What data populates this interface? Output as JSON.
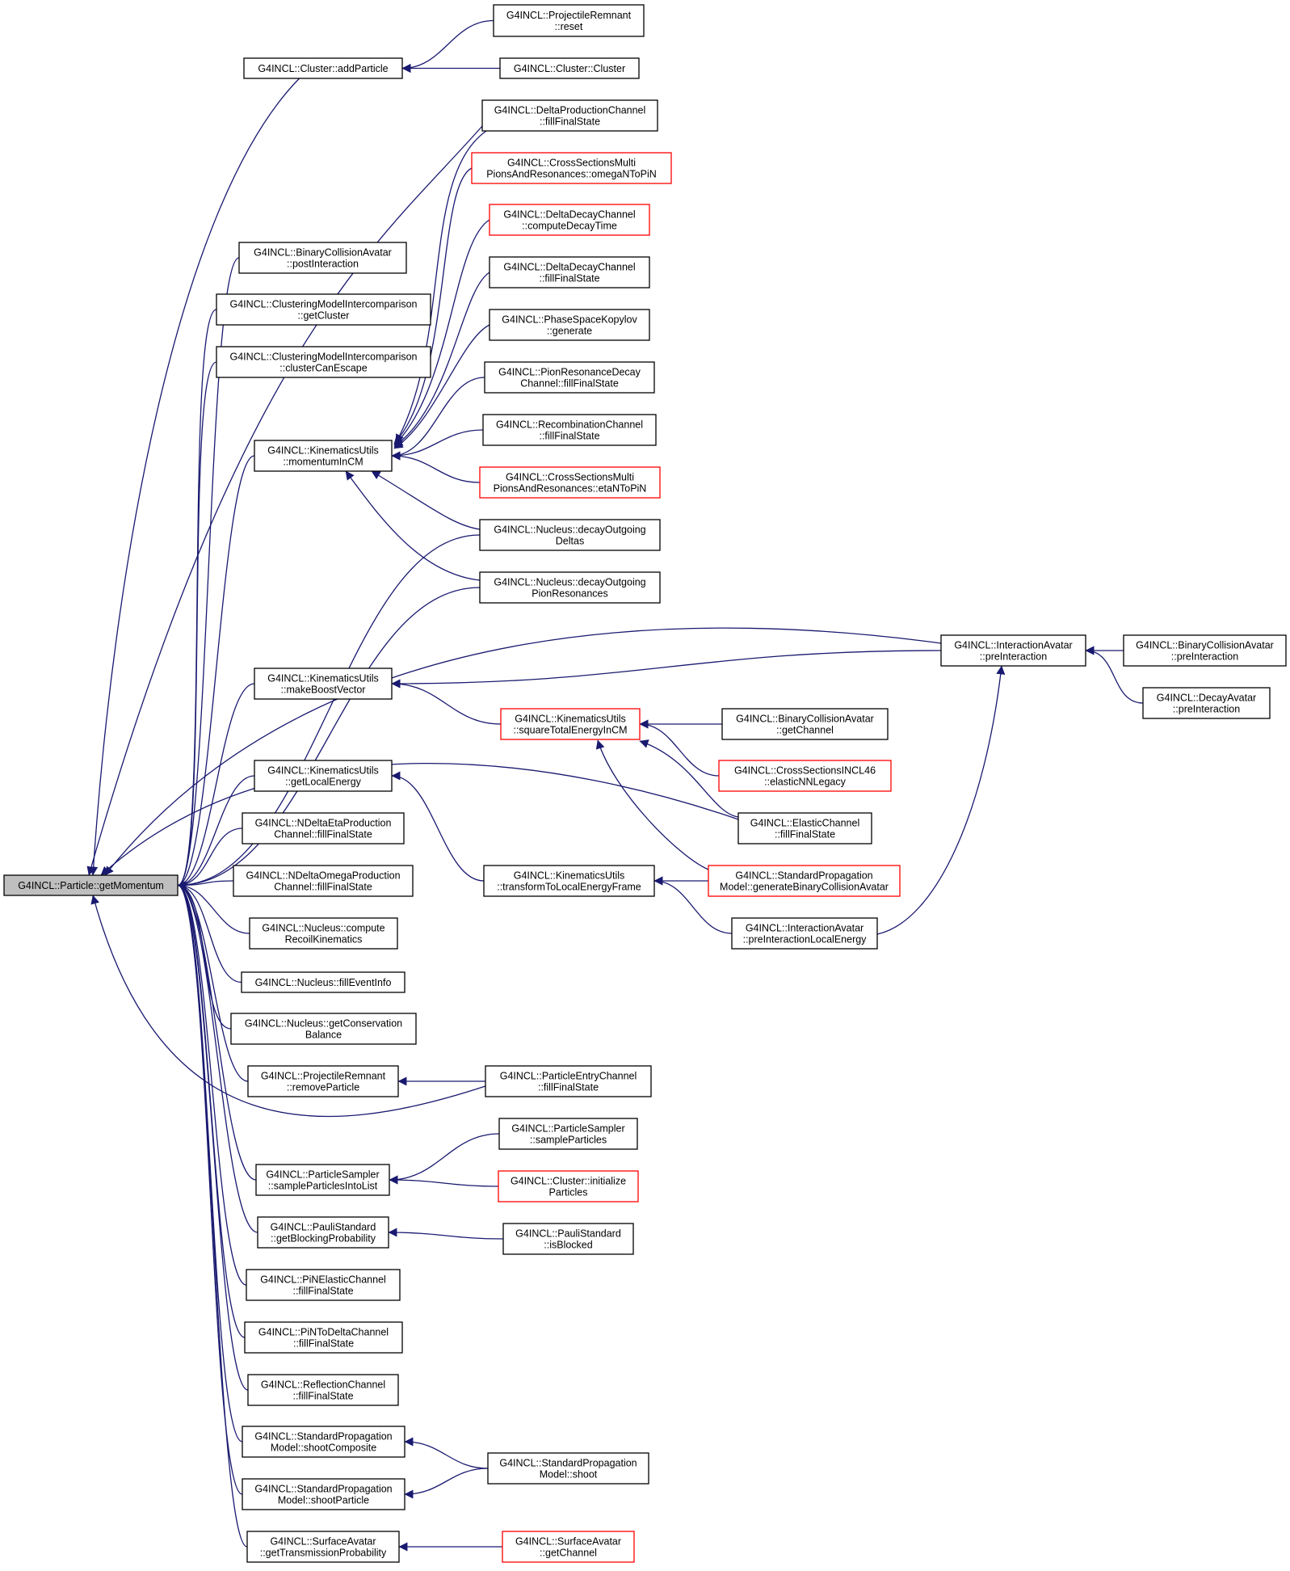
{
  "nodes": [
    {
      "id": "root",
      "lines": [
        "G4INCL::Particle::getMomentum"
      ],
      "red": false,
      "root": true
    },
    {
      "id": "addParticle",
      "lines": [
        "G4INCL::Cluster::addParticle"
      ],
      "red": false
    },
    {
      "id": "prReset",
      "lines": [
        "G4INCL::ProjectileRemnant",
        "::reset"
      ],
      "red": false
    },
    {
      "id": "clusterCtor",
      "lines": [
        "G4INCL::Cluster::Cluster"
      ],
      "red": false
    },
    {
      "id": "deltaProd",
      "lines": [
        "G4INCL::DeltaProductionChannel",
        "::fillFinalState"
      ],
      "red": false
    },
    {
      "id": "omegaNToPiN",
      "lines": [
        "G4INCL::CrossSectionsMulti",
        "PionsAndResonances::omegaNToPiN"
      ],
      "red": true
    },
    {
      "id": "deltaDecayTime",
      "lines": [
        "G4INCL::DeltaDecayChannel",
        "::computeDecayTime"
      ],
      "red": true
    },
    {
      "id": "deltaDecayFill",
      "lines": [
        "G4INCL::DeltaDecayChannel",
        "::fillFinalState"
      ],
      "red": false
    },
    {
      "id": "kopylov",
      "lines": [
        "G4INCL::PhaseSpaceKopylov",
        "::generate"
      ],
      "red": false
    },
    {
      "id": "binPost",
      "lines": [
        "G4INCL::BinaryCollisionAvatar",
        "::postInteraction"
      ],
      "red": false
    },
    {
      "id": "cmiGetCluster",
      "lines": [
        "G4INCL::ClusteringModelIntercomparison",
        "::getCluster"
      ],
      "red": false
    },
    {
      "id": "cmiEscape",
      "lines": [
        "G4INCL::ClusteringModelIntercomparison",
        "::clusterCanEscape"
      ],
      "red": false
    },
    {
      "id": "pionRes",
      "lines": [
        "G4INCL::PionResonanceDecay",
        "Channel::fillFinalState"
      ],
      "red": false
    },
    {
      "id": "recomb",
      "lines": [
        "G4INCL::RecombinationChannel",
        "::fillFinalState"
      ],
      "red": false
    },
    {
      "id": "momCM",
      "lines": [
        "G4INCL::KinematicsUtils",
        "::momentumInCM"
      ],
      "red": false
    },
    {
      "id": "etaNToPiN",
      "lines": [
        "G4INCL::CrossSectionsMulti",
        "PionsAndResonances::etaNToPiN"
      ],
      "red": true
    },
    {
      "id": "decDeltas",
      "lines": [
        "G4INCL::Nucleus::decayOutgoing",
        "Deltas"
      ],
      "red": false
    },
    {
      "id": "decPionRes",
      "lines": [
        "G4INCL::Nucleus::decayOutgoing",
        "PionResonances"
      ],
      "red": false
    },
    {
      "id": "iaPre",
      "lines": [
        "G4INCL::InteractionAvatar",
        "::preInteraction"
      ],
      "red": false
    },
    {
      "id": "bcaPre",
      "lines": [
        "G4INCL::BinaryCollisionAvatar",
        "::preInteraction"
      ],
      "red": false
    },
    {
      "id": "boost",
      "lines": [
        "G4INCL::KinematicsUtils",
        "::makeBoostVector"
      ],
      "red": false
    },
    {
      "id": "decayPre",
      "lines": [
        "G4INCL::DecayAvatar",
        "::preInteraction"
      ],
      "red": false
    },
    {
      "id": "sqrtE",
      "lines": [
        "G4INCL::KinematicsUtils",
        "::squareTotalEnergyInCM"
      ],
      "red": true
    },
    {
      "id": "bcaGetCh",
      "lines": [
        "G4INCL::BinaryCollisionAvatar",
        "::getChannel"
      ],
      "red": false
    },
    {
      "id": "localE",
      "lines": [
        "G4INCL::KinematicsUtils",
        "::getLocalEnergy"
      ],
      "red": false
    },
    {
      "id": "incl46",
      "lines": [
        "G4INCL::CrossSectionsINCL46",
        "::elasticNNLegacy"
      ],
      "red": true
    },
    {
      "id": "elastic",
      "lines": [
        "G4INCL::ElasticChannel",
        "::fillFinalState"
      ],
      "red": false
    },
    {
      "id": "ndeltaEta",
      "lines": [
        "G4INCL::NDeltaEtaProduction",
        "Channel::fillFinalState"
      ],
      "red": false
    },
    {
      "id": "ndeltaOmega",
      "lines": [
        "G4INCL::NDeltaOmegaProduction",
        "Channel::fillFinalState"
      ],
      "red": false
    },
    {
      "id": "toLocal",
      "lines": [
        "G4INCL::KinematicsUtils",
        "::transformToLocalEnergyFrame"
      ],
      "red": false
    },
    {
      "id": "genBCA",
      "lines": [
        "G4INCL::StandardPropagation",
        "Model::generateBinaryCollisionAvatar"
      ],
      "red": true
    },
    {
      "id": "recoil",
      "lines": [
        "G4INCL::Nucleus::compute",
        "RecoilKinematics"
      ],
      "red": false
    },
    {
      "id": "iaPreLocal",
      "lines": [
        "G4INCL::InteractionAvatar",
        "::preInteractionLocalEnergy"
      ],
      "red": false
    },
    {
      "id": "fillEvent",
      "lines": [
        "G4INCL::Nucleus::fillEventInfo"
      ],
      "red": false
    },
    {
      "id": "conserv",
      "lines": [
        "G4INCL::Nucleus::getConservation",
        "Balance"
      ],
      "red": false
    },
    {
      "id": "prRemove",
      "lines": [
        "G4INCL::ProjectileRemnant",
        "::removeParticle"
      ],
      "red": false
    },
    {
      "id": "entry",
      "lines": [
        "G4INCL::ParticleEntryChannel",
        "::fillFinalState"
      ],
      "red": false
    },
    {
      "id": "psSample",
      "lines": [
        "G4INCL::ParticleSampler",
        "::sampleParticles"
      ],
      "red": false
    },
    {
      "id": "psIntoList",
      "lines": [
        "G4INCL::ParticleSampler",
        "::sampleParticlesIntoList"
      ],
      "red": false
    },
    {
      "id": "clusterInit",
      "lines": [
        "G4INCL::Cluster::initialize",
        "Particles"
      ],
      "red": true
    },
    {
      "id": "pauliBlock",
      "lines": [
        "G4INCL::PauliStandard",
        "::getBlockingProbability"
      ],
      "red": false
    },
    {
      "id": "pauliIs",
      "lines": [
        "G4INCL::PauliStandard",
        "::isBlocked"
      ],
      "red": false
    },
    {
      "id": "piNElastic",
      "lines": [
        "G4INCL::PiNElasticChannel",
        "::fillFinalState"
      ],
      "red": false
    },
    {
      "id": "piNToDelta",
      "lines": [
        "G4INCL::PiNToDeltaChannel",
        "::fillFinalState"
      ],
      "red": false
    },
    {
      "id": "reflection",
      "lines": [
        "G4INCL::ReflectionChannel",
        "::fillFinalState"
      ],
      "red": false
    },
    {
      "id": "shootComp",
      "lines": [
        "G4INCL::StandardPropagation",
        "Model::shootComposite"
      ],
      "red": false
    },
    {
      "id": "shoot",
      "lines": [
        "G4INCL::StandardPropagation",
        "Model::shoot"
      ],
      "red": false
    },
    {
      "id": "shootPart",
      "lines": [
        "G4INCL::StandardPropagation",
        "Model::shootParticle"
      ],
      "red": false
    },
    {
      "id": "transProb",
      "lines": [
        "G4INCL::SurfaceAvatar",
        "::getTransmissionProbability"
      ],
      "red": false
    },
    {
      "id": "saGetCh",
      "lines": [
        "G4INCL::SurfaceAvatar",
        "::getChannel"
      ],
      "red": true
    }
  ],
  "edges": [
    [
      "addParticle",
      "root"
    ],
    [
      "binPost",
      "root"
    ],
    [
      "cmiGetCluster",
      "root"
    ],
    [
      "cmiEscape",
      "root"
    ],
    [
      "deltaProd",
      "root"
    ],
    [
      "momCM",
      "root"
    ],
    [
      "decDeltas",
      "root"
    ],
    [
      "decPionRes",
      "root"
    ],
    [
      "iaPre",
      "root"
    ],
    [
      "boost",
      "root"
    ],
    [
      "elastic",
      "root"
    ],
    [
      "localE",
      "root"
    ],
    [
      "ndeltaEta",
      "root"
    ],
    [
      "ndeltaOmega",
      "root"
    ],
    [
      "recoil",
      "root"
    ],
    [
      "fillEvent",
      "root"
    ],
    [
      "conserv",
      "root"
    ],
    [
      "prRemove",
      "root"
    ],
    [
      "entry",
      "root"
    ],
    [
      "psIntoList",
      "root"
    ],
    [
      "pauliBlock",
      "root"
    ],
    [
      "piNElastic",
      "root"
    ],
    [
      "piNToDelta",
      "root"
    ],
    [
      "reflection",
      "root"
    ],
    [
      "shootComp",
      "root"
    ],
    [
      "shootPart",
      "root"
    ],
    [
      "transProb",
      "root"
    ],
    [
      "prReset",
      "addParticle"
    ],
    [
      "clusterCtor",
      "addParticle"
    ],
    [
      "deltaProd",
      "momCM"
    ],
    [
      "omegaNToPiN",
      "momCM"
    ],
    [
      "deltaDecayTime",
      "momCM"
    ],
    [
      "deltaDecayFill",
      "momCM"
    ],
    [
      "kopylov",
      "momCM"
    ],
    [
      "pionRes",
      "momCM"
    ],
    [
      "recomb",
      "momCM"
    ],
    [
      "etaNToPiN",
      "momCM"
    ],
    [
      "decDeltas",
      "momCM"
    ],
    [
      "decPionRes",
      "momCM"
    ],
    [
      "bcaPre",
      "iaPre"
    ],
    [
      "decayPre",
      "iaPre"
    ],
    [
      "iaPreLocal",
      "iaPre"
    ],
    [
      "iaPre",
      "boost"
    ],
    [
      "sqrtE",
      "boost"
    ],
    [
      "bcaGetCh",
      "sqrtE"
    ],
    [
      "incl46",
      "sqrtE"
    ],
    [
      "elastic",
      "sqrtE"
    ],
    [
      "genBCA",
      "sqrtE"
    ],
    [
      "toLocal",
      "localE"
    ],
    [
      "genBCA",
      "toLocal"
    ],
    [
      "iaPreLocal",
      "toLocal"
    ],
    [
      "entry",
      "prRemove"
    ],
    [
      "psSample",
      "psIntoList"
    ],
    [
      "clusterInit",
      "psIntoList"
    ],
    [
      "pauliIs",
      "pauliBlock"
    ],
    [
      "shoot",
      "shootComp"
    ],
    [
      "shoot",
      "shootPart"
    ],
    [
      "saGetCh",
      "transProb"
    ]
  ]
}
